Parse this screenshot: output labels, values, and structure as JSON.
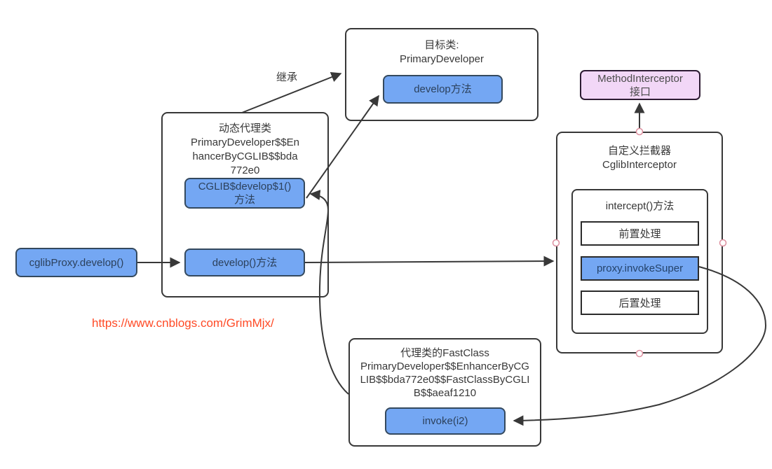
{
  "labels": {
    "inherit": "继承",
    "url": "https://www.cnblogs.com/GrimMjx/"
  },
  "target_class": {
    "title_line1": "目标类:",
    "title_line2": "PrimaryDeveloper",
    "method": "develop方法"
  },
  "proxy_class": {
    "title_line1": "动态代理类",
    "title_line2": "PrimaryDeveloper$$En",
    "title_line3": "hancerByCGLIB$$bda",
    "title_line4": "772e0",
    "method1_line1": "CGLIB$develop$1()",
    "method1_line2": "方法",
    "method2": "develop()方法"
  },
  "caller": {
    "label": "cglibProxy.develop()"
  },
  "method_interceptor": {
    "line1": "MethodInterceptor",
    "line2": "接口"
  },
  "interceptor": {
    "title_line1": "自定义拦截器",
    "title_line2": "CglibInterceptor",
    "method_title": "intercept()方法",
    "pre": "前置处理",
    "invoke_super": "proxy.invokeSuper",
    "post": "后置处理"
  },
  "fastclass": {
    "title_line1": "代理类的FastClass",
    "title_line2": "PrimaryDeveloper$$EnhancerByCG",
    "title_line3": "LIB$$bda772e0$$FastClassByCGLI",
    "title_line4": "B$$aeaf1210",
    "method": "invoke(i2)"
  },
  "colors": {
    "node_border": "#383838",
    "blue_fill": "#74a7f3",
    "blue_border": "#34495e",
    "pink_fill": "#f2d7f7",
    "url_red": "#ff4a26",
    "anchor_stroke": "#dd8f9f"
  }
}
